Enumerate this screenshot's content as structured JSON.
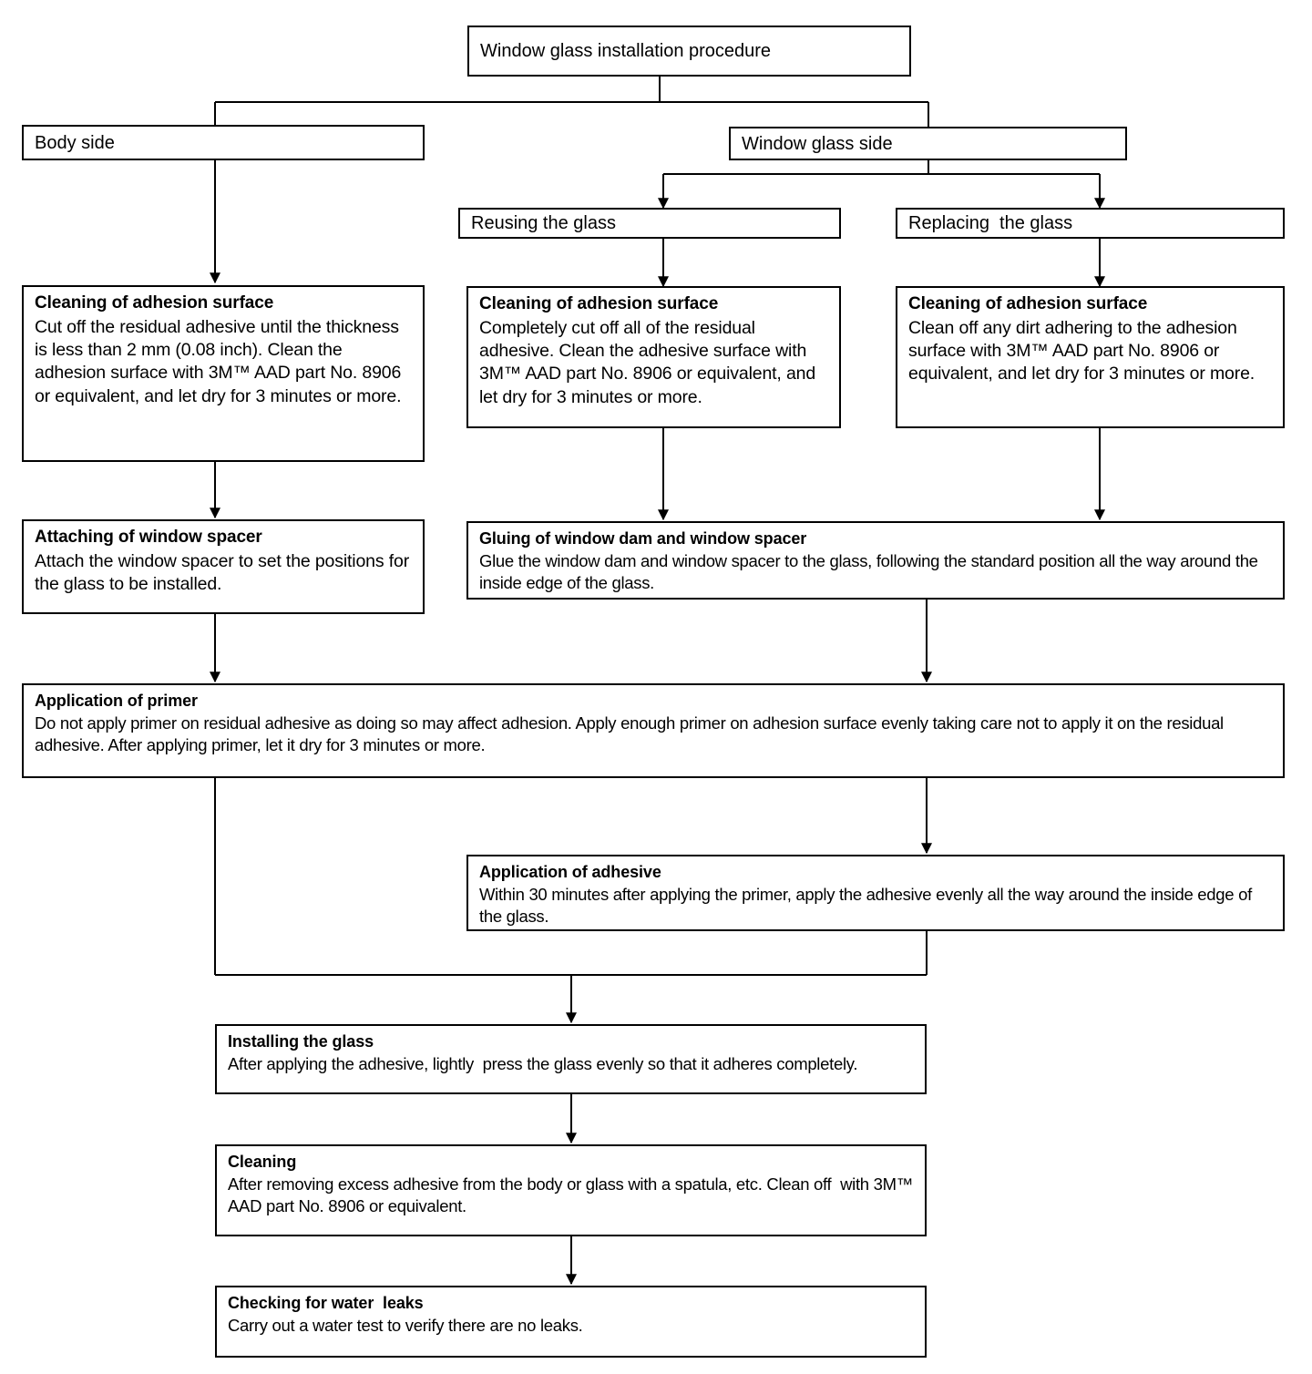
{
  "diagram": {
    "title": "Window glass installation procedure",
    "nodes": {
      "root": {
        "label": "Window glass installation procedure"
      },
      "body_side": {
        "label": "Body side"
      },
      "glass_side": {
        "label": "Window glass side"
      },
      "reusing": {
        "label": "Reusing the glass"
      },
      "replacing": {
        "label": "Replacing  the glass"
      },
      "clean_body": {
        "title": "Cleaning of adhesion surface",
        "body": "Cut off the residual adhesive until the thickness is less than 2 mm (0.08 inch). Clean the adhesion surface with 3M™ AAD part No. 8906 or equivalent, and let dry for 3 minutes or more."
      },
      "clean_reuse": {
        "title": "Cleaning of adhesion surface",
        "body": "Completely cut off all of the residual adhesive. Clean the adhesive surface with 3M™ AAD part No. 8906 or equivalent, and let dry for 3 minutes or more."
      },
      "clean_replace": {
        "title": "Cleaning of adhesion surface",
        "body": "Clean off any dirt adhering to the adhesion surface with 3M™ AAD part No. 8906 or equivalent, and let dry for 3 minutes or more."
      },
      "attaching_spacer": {
        "title": "Attaching of window spacer",
        "body": "Attach the window spacer to set the positions for the glass to be installed."
      },
      "gluing_dam": {
        "title": "Gluing of window dam and window spacer",
        "body": "Glue the window dam and window spacer to the glass, following the standard position all the way around the inside edge of the glass."
      },
      "primer": {
        "title": "Application of primer",
        "body": "Do not apply primer on residual adhesive as doing so may affect adhesion. Apply enough primer on adhesion surface evenly taking care not to apply it on the residual adhesive. After applying primer, let it dry for 3 minutes or more."
      },
      "adhesive": {
        "title": "Application of adhesive",
        "body": "Within 30 minutes after applying the primer, apply the adhesive evenly all the way around the inside edge of the glass."
      },
      "installing": {
        "title": "Installing the glass",
        "body": "After applying the adhesive, lightly  press the glass evenly so that it adheres completely."
      },
      "cleaning": {
        "title": "Cleaning",
        "body": "After removing excess adhesive from the body or glass with a spatula, etc. Clean off  with 3M™ AAD part No. 8906 or equivalent."
      },
      "water_leaks": {
        "title": "Checking for water  leaks",
        "body": "Carry out a water test to verify there are no leaks."
      }
    },
    "colors": {
      "stroke": "#000000",
      "fill": "#ffffff",
      "text": "#000000"
    }
  }
}
